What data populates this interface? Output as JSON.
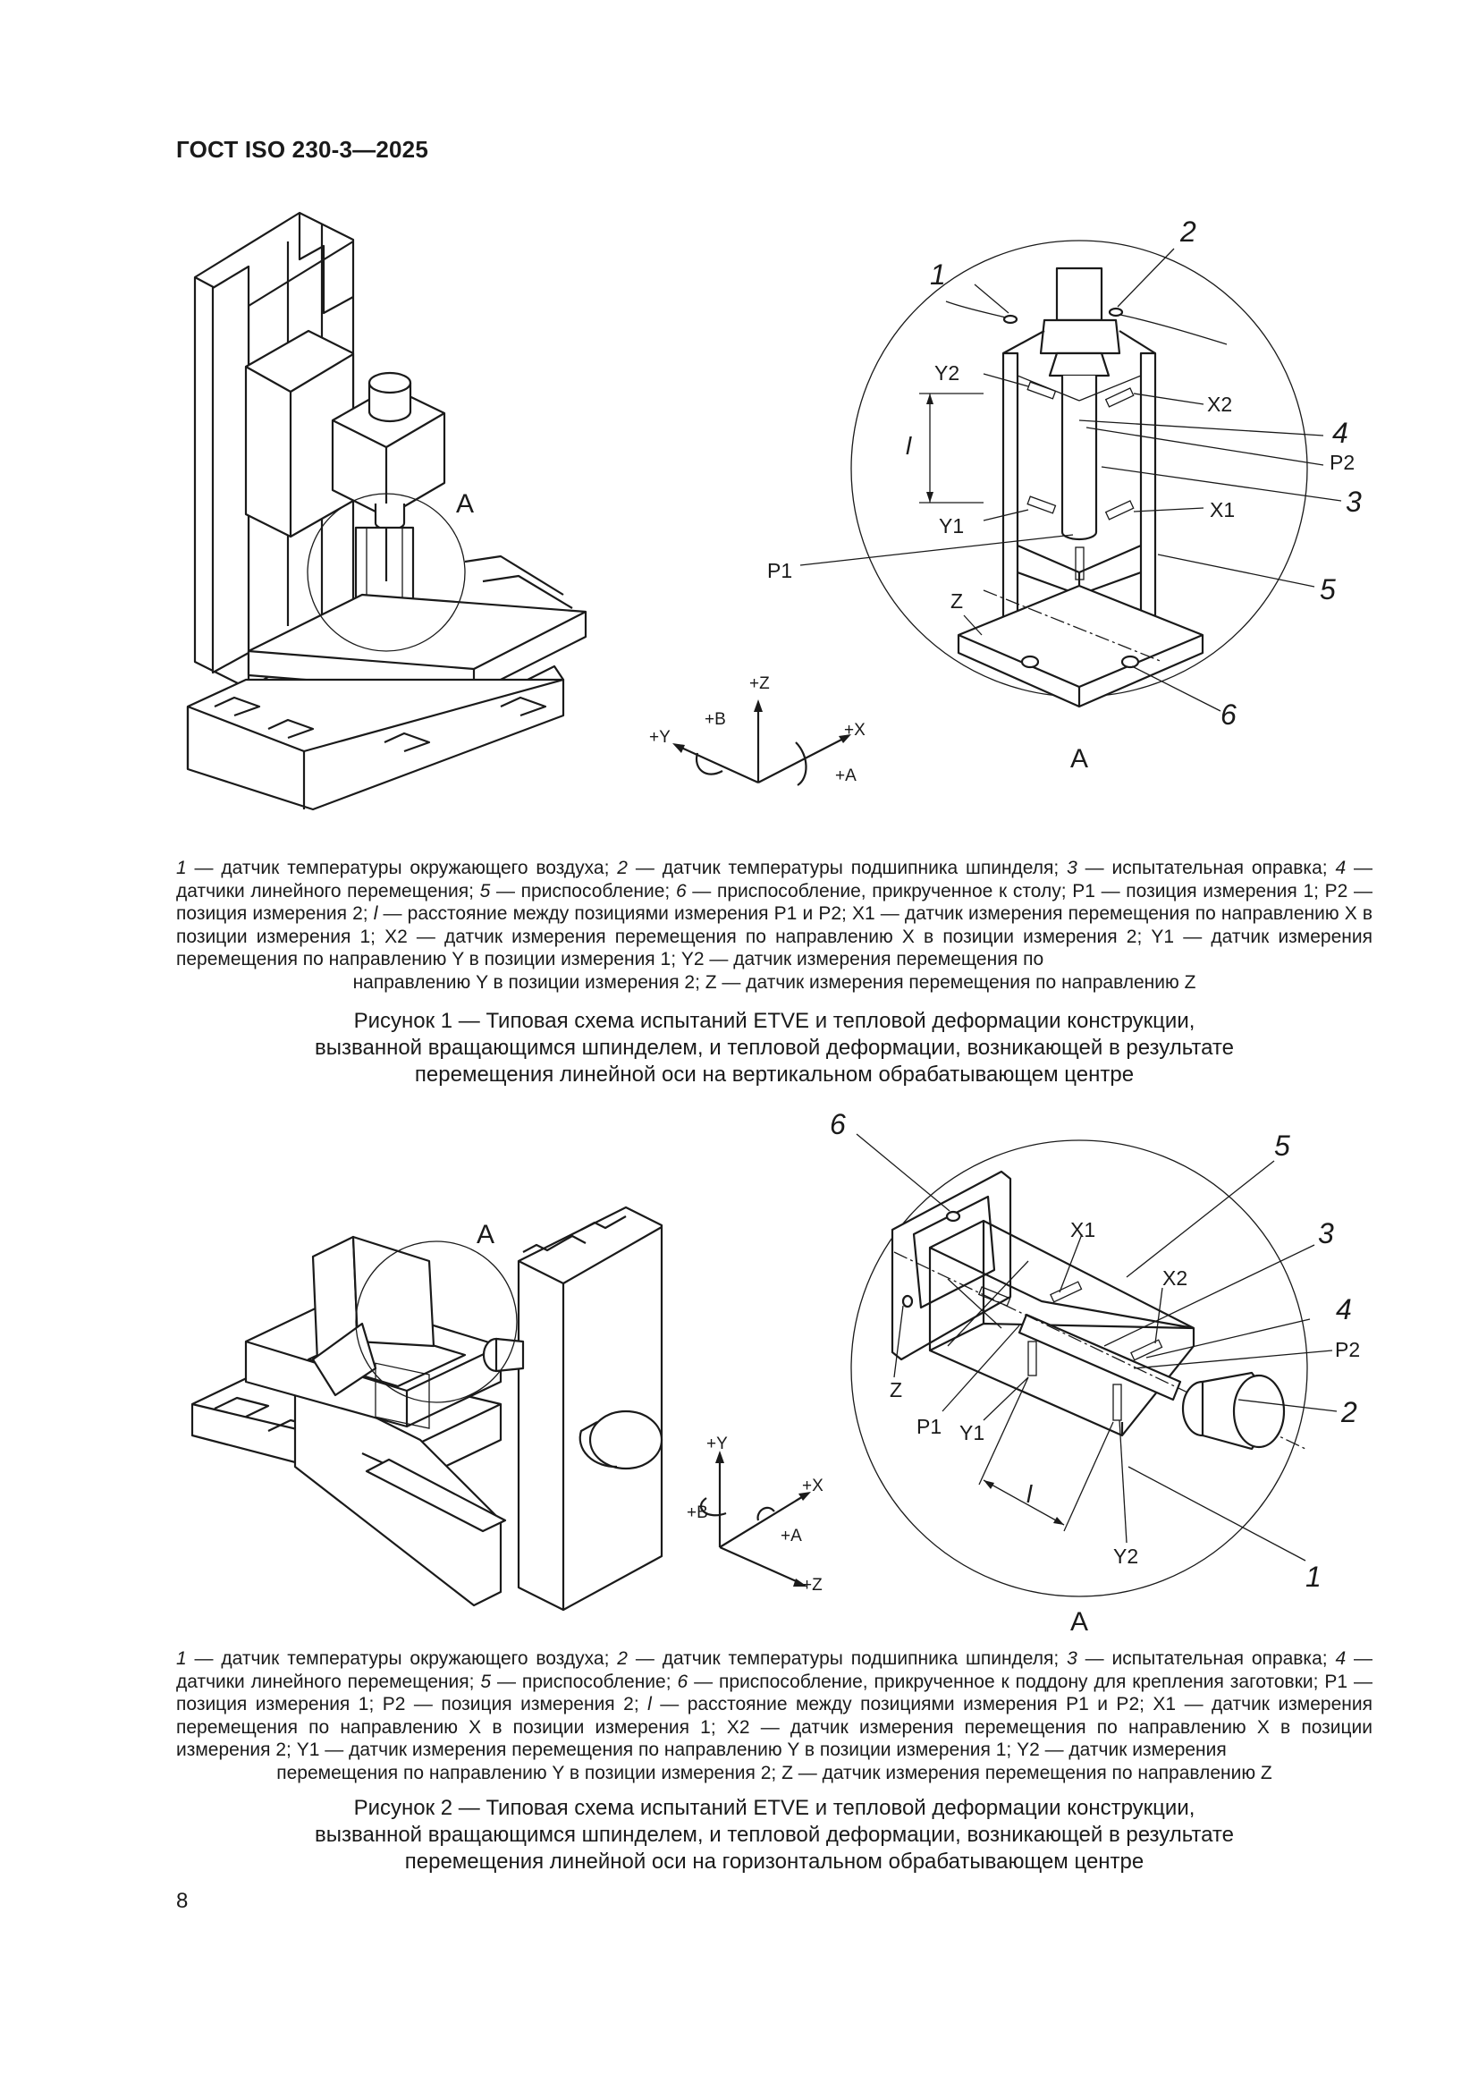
{
  "header": {
    "title": "ГОСТ ISO 230-3—2025"
  },
  "figure1": {
    "detail_label": "A",
    "detail_title": "A",
    "callouts": [
      "1",
      "2",
      "3",
      "4",
      "5",
      "6"
    ],
    "labels": {
      "y2": "Y2",
      "x2": "X2",
      "p2": "P2",
      "x1": "X1",
      "y1": "Y1",
      "p1": "P1",
      "z": "Z",
      "l": "l"
    },
    "axes": {
      "z": "+Z",
      "b": "+B",
      "y": "+Y",
      "x": "+X",
      "a": "+A"
    },
    "legend": {
      "n1": "1",
      "t1": " — датчик температуры окружающего воздуха; ",
      "n2": "2",
      "t2": " — датчик температуры подшипника шпинделя; ",
      "n3": "3",
      "t3": " — испытательная оправка; ",
      "n4": "4",
      "t4": " — датчики линейного перемещения; ",
      "n5": "5",
      "t5": " — приспособление; ",
      "n6": "6",
      "t6": " — приспособление, прикрученное к столу; Р1 — позиция измерения 1; Р2 — позиция измерения 2; ",
      "nl": "l",
      "tl": " — расстояние между позициями измерения Р1 и Р2; Х1 — датчик измерения перемещения по направлению X в позиции измерения 1; Х2 — датчик измерения перемещения по направлению X в позиции измерения 2; Y1 — датчик измерения перемещения по направлению Y в позиции измерения 1; Y2 — датчик измерения перемещения по",
      "last": "направлению Y в позиции измерения 2; Z — датчик измерения перемещения по направлению Z"
    },
    "caption": [
      "Рисунок 1 — Типовая схема испытаний ETVE и тепловой деформации конструкции,",
      "вызванной вращающимся шпинделем, и тепловой деформации, возникающей в результате",
      "перемещения линейной оси на вертикальном обрабатывающем центре"
    ]
  },
  "figure2": {
    "detail_label": "A",
    "detail_title": "A",
    "callouts": [
      "1",
      "2",
      "3",
      "4",
      "5",
      "6"
    ],
    "labels": {
      "x1": "X1",
      "x2": "X2",
      "p2": "P2",
      "z": "Z",
      "p1": "P1",
      "y1": "Y1",
      "y2": "Y2",
      "l": "l"
    },
    "axes": {
      "y": "+Y",
      "b": "+B",
      "x": "+X",
      "a": "+A",
      "z": "+Z"
    },
    "legend": {
      "n1": "1",
      "t1": " — датчик температуры окружающего воздуха; ",
      "n2": "2",
      "t2": " — датчик температуры подшипника шпинделя; ",
      "n3": "3",
      "t3": " — испытательная оправка; ",
      "n4": "4",
      "t4": " — датчики линейного перемещения; ",
      "n5": "5",
      "t5": " — приспособление; ",
      "n6": "6",
      "t6": " — приспособление, прикрученное к поддону для крепления заготовки; Р1 — позиция измерения 1; Р2 — позиция измерения 2; ",
      "nl": "l",
      "tl": " — расстояние между позициями измерения Р1 и Р2; Х1 — датчик измерения перемещения по направлению X в позиции измерения 1; Х2 — датчик измерения перемещения по направлению X в позиции измерения 2; Y1 — датчик измерения перемещения по направлению Y в позиции измерения 1; Y2 — датчик измерения",
      "last": "перемещения по направлению Y в позиции измерения 2; Z — датчик измерения перемещения по направлению Z"
    },
    "caption": [
      "Рисунок 2 — Типовая схема испытаний ETVE и тепловой деформации конструкции,",
      "вызванной вращающимся шпинделем, и тепловой деформации, возникающей в результате",
      "перемещения линейной оси на горизонтальном обрабатывающем центре"
    ]
  },
  "page": {
    "number": "8"
  }
}
